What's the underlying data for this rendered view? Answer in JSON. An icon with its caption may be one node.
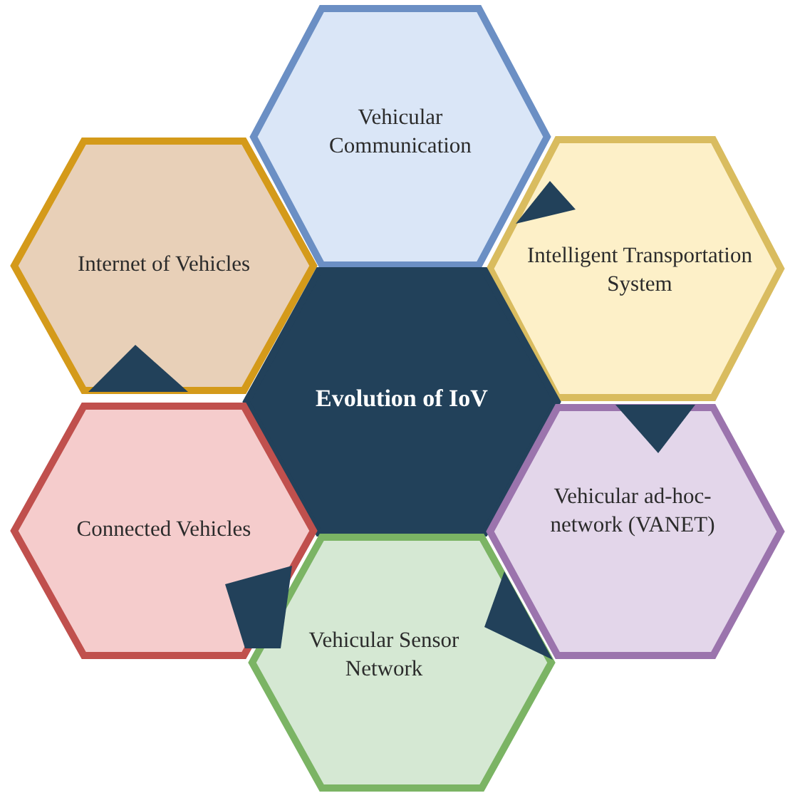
{
  "diagram": {
    "nodes": [
      {
        "text": [
          "Vehicular Communication"
        ]
      },
      {
        "text": [
          "Internet of Vehicles"
        ]
      },
      {
        "text": [
          "Intelligent Transportation System"
        ]
      },
      {
        "text": [
          "Evolution of IoV"
        ]
      },
      {
        "text": [
          "Connected Vehicles"
        ]
      },
      {
        "text": [
          "Vehicular ad-hoc-network (VANET)"
        ]
      },
      {
        "text": [
          "Vehicular Sensor Network"
        ]
      }
    ],
    "edges": []
  }
}
